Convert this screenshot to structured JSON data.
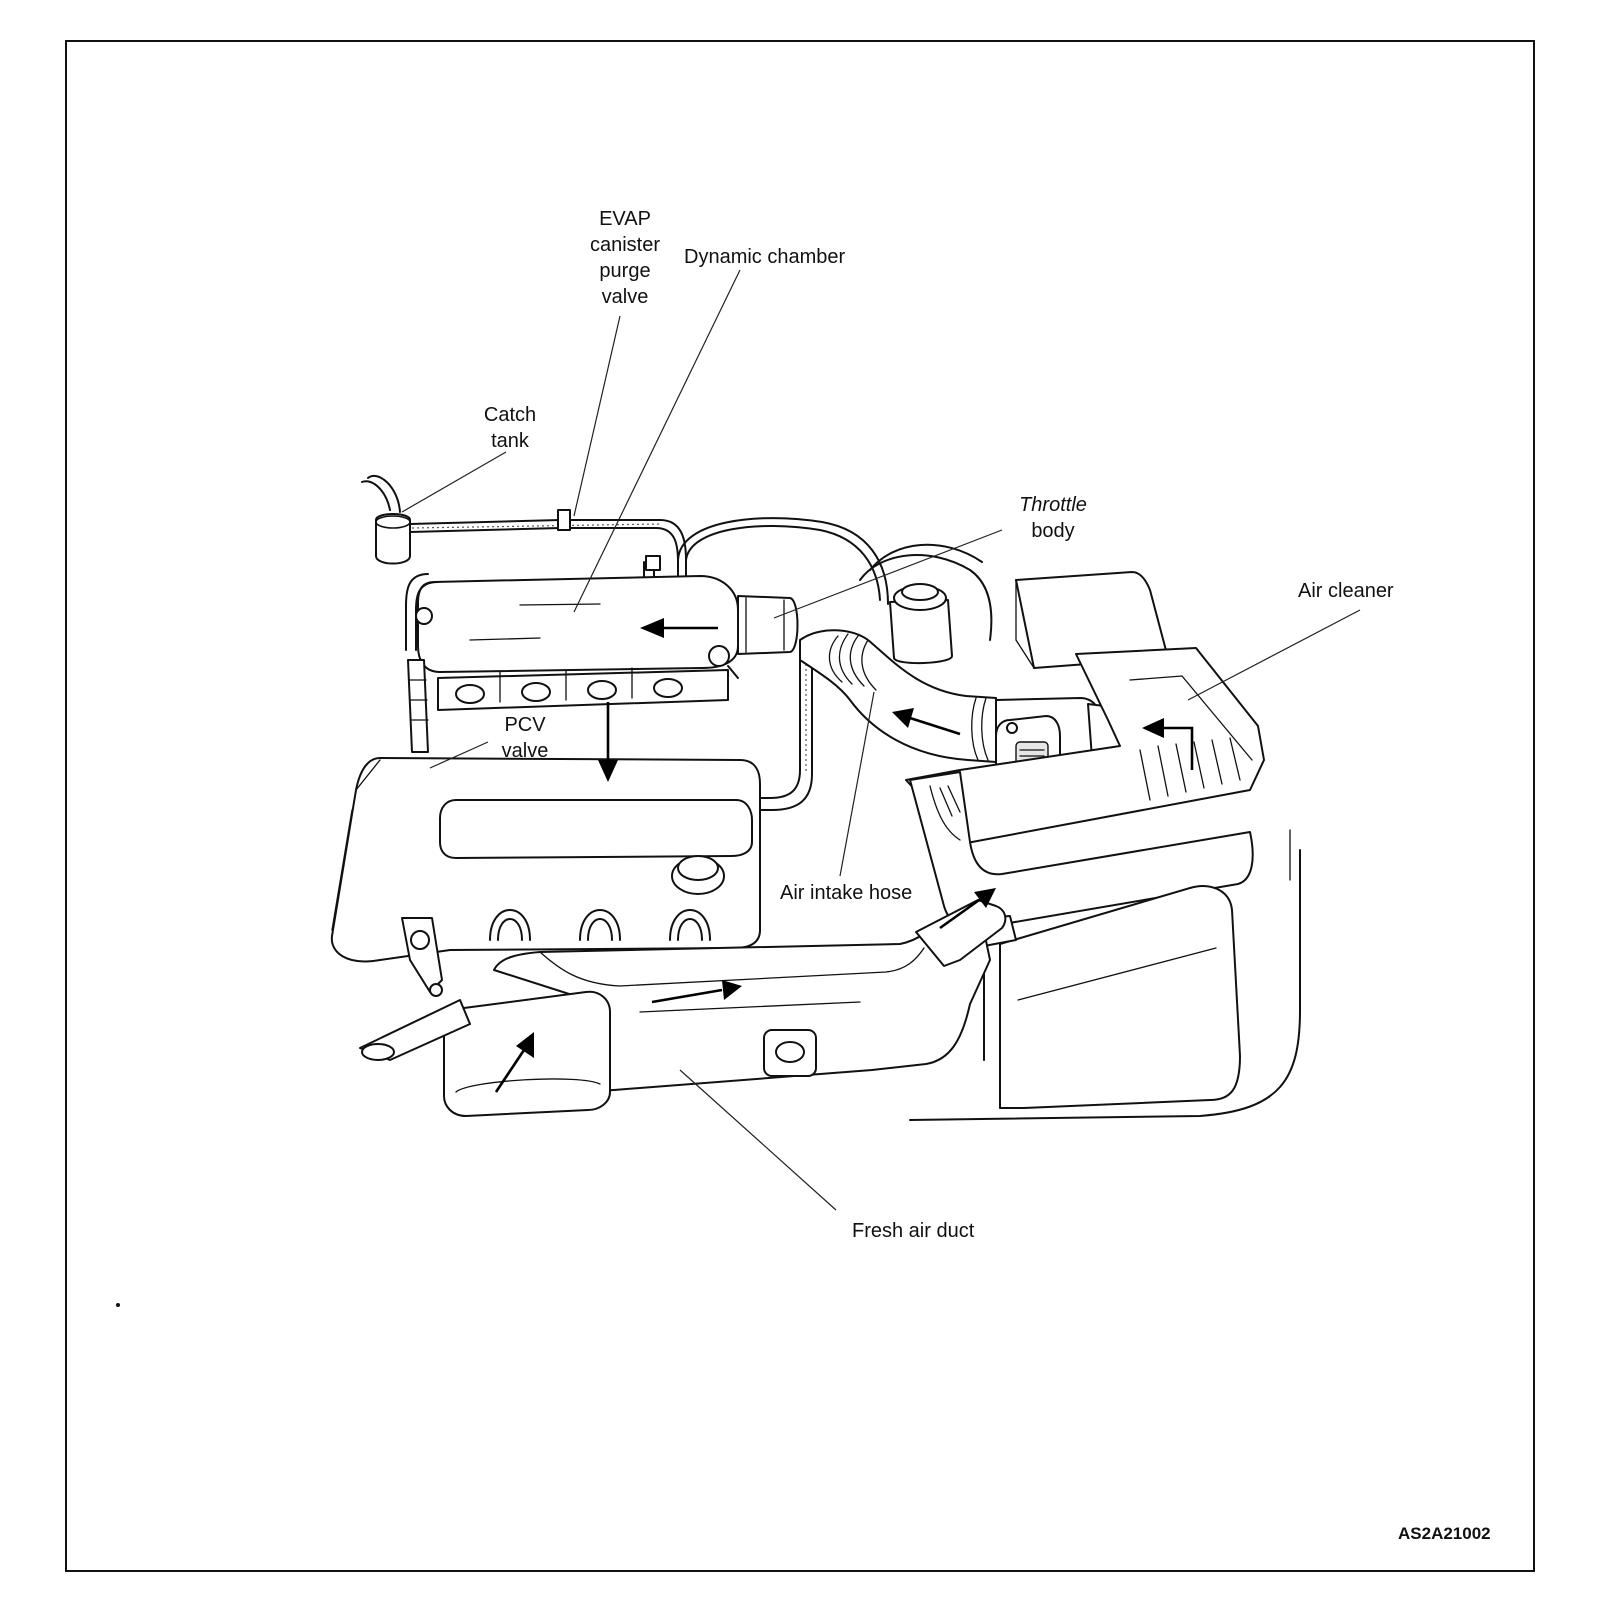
{
  "labels": {
    "evap": [
      "EVAP",
      "canister",
      "purge",
      "valve"
    ],
    "dynamic_chamber": "Dynamic chamber",
    "catch_tank": [
      "Catch",
      "tank"
    ],
    "throttle_body": [
      "Throttle",
      "body"
    ],
    "air_cleaner": "Air cleaner",
    "pcv_valve": [
      "PCV",
      "valve"
    ],
    "air_intake_hose": "Air intake hose",
    "fresh_air_duct": "Fresh air duct"
  },
  "figure_code": "AS2A21002"
}
